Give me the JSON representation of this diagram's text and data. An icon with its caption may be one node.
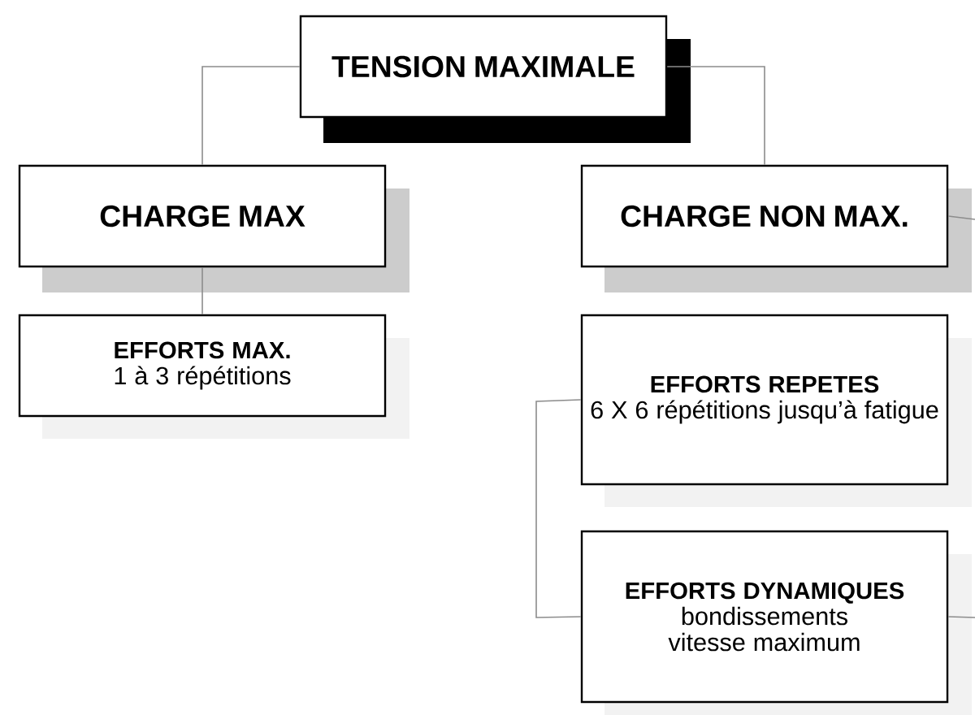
{
  "diagram": {
    "nodes": [
      {
        "text": [
          "TENSION MAXIMALE"
        ]
      },
      {
        "text": [
          "CHARGE MAX"
        ]
      },
      {
        "text": [
          "CHARGE NON MAX."
        ]
      },
      {
        "text": [
          "EFFORTS MAX.",
          "1 à 3 répétitions"
        ]
      },
      {
        "text": [
          "EFFORTS REPETES",
          "6 X 6 répétitions jusqu’à fatigue"
        ]
      },
      {
        "text": [
          "EFFORTS DYNAMIQUES",
          "bondissements vitesse maximum"
        ]
      }
    ],
    "edges": [
      {
        "from": 0,
        "to": 1,
        "arrow": "none"
      },
      {
        "from": 0,
        "to": 2,
        "arrow": "none"
      },
      {
        "from": 1,
        "to": 3,
        "arrow": "none"
      },
      {
        "from": 4,
        "to": 5,
        "arrow": "none"
      },
      {
        "from": 2,
        "to": null,
        "arrow": "none"
      },
      {
        "from": 5,
        "to": null,
        "arrow": "none"
      }
    ]
  }
}
